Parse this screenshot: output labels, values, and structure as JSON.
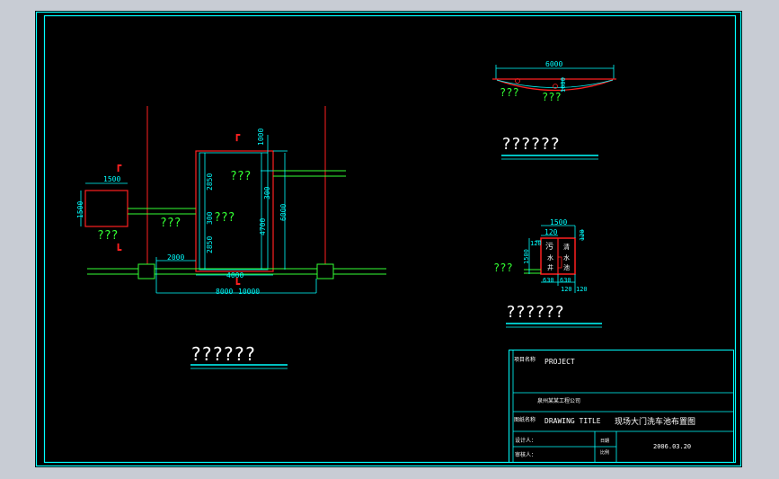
{
  "colors": {
    "viewport_bg": "#c8ccd4",
    "paper": "#000000",
    "frame": "#00ffff",
    "dim": "#00ffff",
    "wall": "#ff2020",
    "label": "#33ff33",
    "pipe": "#33ff33",
    "text": "#ffffff"
  },
  "plan": {
    "dims": {
      "d1000": "1000",
      "d2850a": "2850",
      "d2850b": "2850",
      "d300a": "300",
      "d300b": "300",
      "d4700": "4700",
      "d6000": "6000",
      "d1500w": "1500",
      "d1500h": "1500",
      "d2000": "2000",
      "d4000": "4000",
      "d8000": "8000",
      "d10000": "10000"
    },
    "labels": {
      "upper": "???",
      "middle": "???",
      "left_mid": "???",
      "left_low": "???"
    },
    "section_marks": {
      "top": "┏",
      "bottom": "┗",
      "left_top": "┏",
      "left_bottom": "┗"
    },
    "caption": "??????"
  },
  "section_detail": {
    "dim_width": "6000",
    "dim_small": "1000",
    "label_left": "???",
    "label_right": "???",
    "caption": "??????"
  },
  "tank_detail": {
    "dims": {
      "top": "1500",
      "inner_top": "120",
      "right_top": "120",
      "left_side": "1500",
      "left_inner": "120",
      "bottom_l": "630",
      "bottom_m": "630",
      "bottom_r1": "120",
      "bottom_r2": "120"
    },
    "cells": [
      "污",
      "水",
      "井",
      "清",
      "水",
      "池"
    ],
    "label": "???",
    "caption": "??????"
  },
  "title_block": {
    "project_label": "项目名称",
    "project_value": "PROJECT",
    "company": "泉州某某工程公司",
    "drawing_label": "图纸名称",
    "drawing_value": "DRAWING TITLE",
    "drawing_name": "现场大门洗车池布置图",
    "designer_label": "设计人：",
    "checker_label": "审核人：",
    "date_label": "日期",
    "scale_label": "比例",
    "date_value": "2006.03.20"
  }
}
